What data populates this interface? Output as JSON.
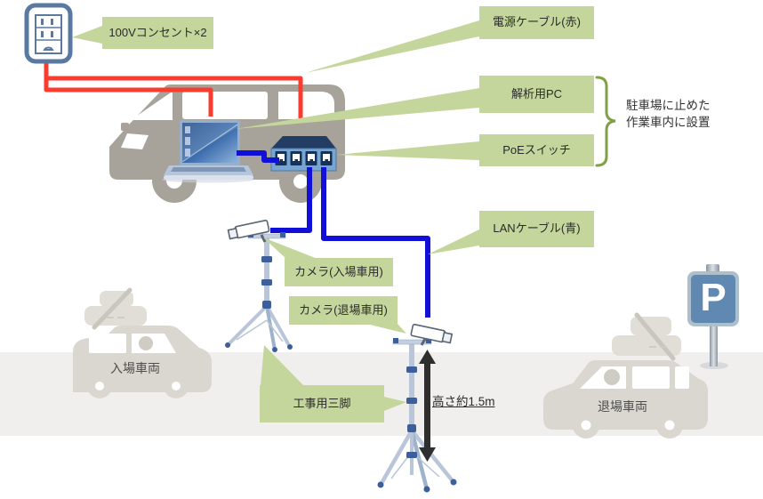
{
  "callouts": {
    "outlet": "100Vコンセント×2",
    "power_cable": "電源ケーブル(赤)",
    "analysis_pc": "解析用PC",
    "poe_switch": "PoEスイッチ",
    "lan_cable": "LANケーブル(青)",
    "camera_entry": "カメラ(入場車用)",
    "camera_exit": "カメラ(退場車用)",
    "tripod": "工事用三脚"
  },
  "note": {
    "line1": "駐車場に止めた",
    "line2": "作業車内に設置"
  },
  "height_label": "高さ約1.5m",
  "vehicles": {
    "entry": "入場車両",
    "exit": "退場車両"
  },
  "parking_sign": {
    "letter": "P"
  },
  "icon_names": [
    "power-outlet-icon",
    "work-van-icon",
    "laptop-icon",
    "poe-switch-icon",
    "cctv-camera-icon",
    "construction-tripod-icon",
    "height-arrow-icon",
    "passenger-car-icon",
    "roof-cargo-icon",
    "parking-sign-icon"
  ],
  "colors": {
    "callout_green": "#c4d69b",
    "brace_green": "#82a046",
    "power_cable_red": "#fa3c2f",
    "lan_cable_blue": "#1010d6",
    "van_gray": "#a7a29a",
    "car_gray": "#d9d7cf",
    "road_gray": "#f0efed",
    "sign_blue": "#6089b2",
    "tripod_steel": "#b9c5d8",
    "tripod_joint": "#3c5f9b",
    "device_navy": "#233c64",
    "device_blue": "#78a5d2",
    "outlet_blue": "#5a78a0",
    "arrow_black": "#2e2e2e"
  }
}
